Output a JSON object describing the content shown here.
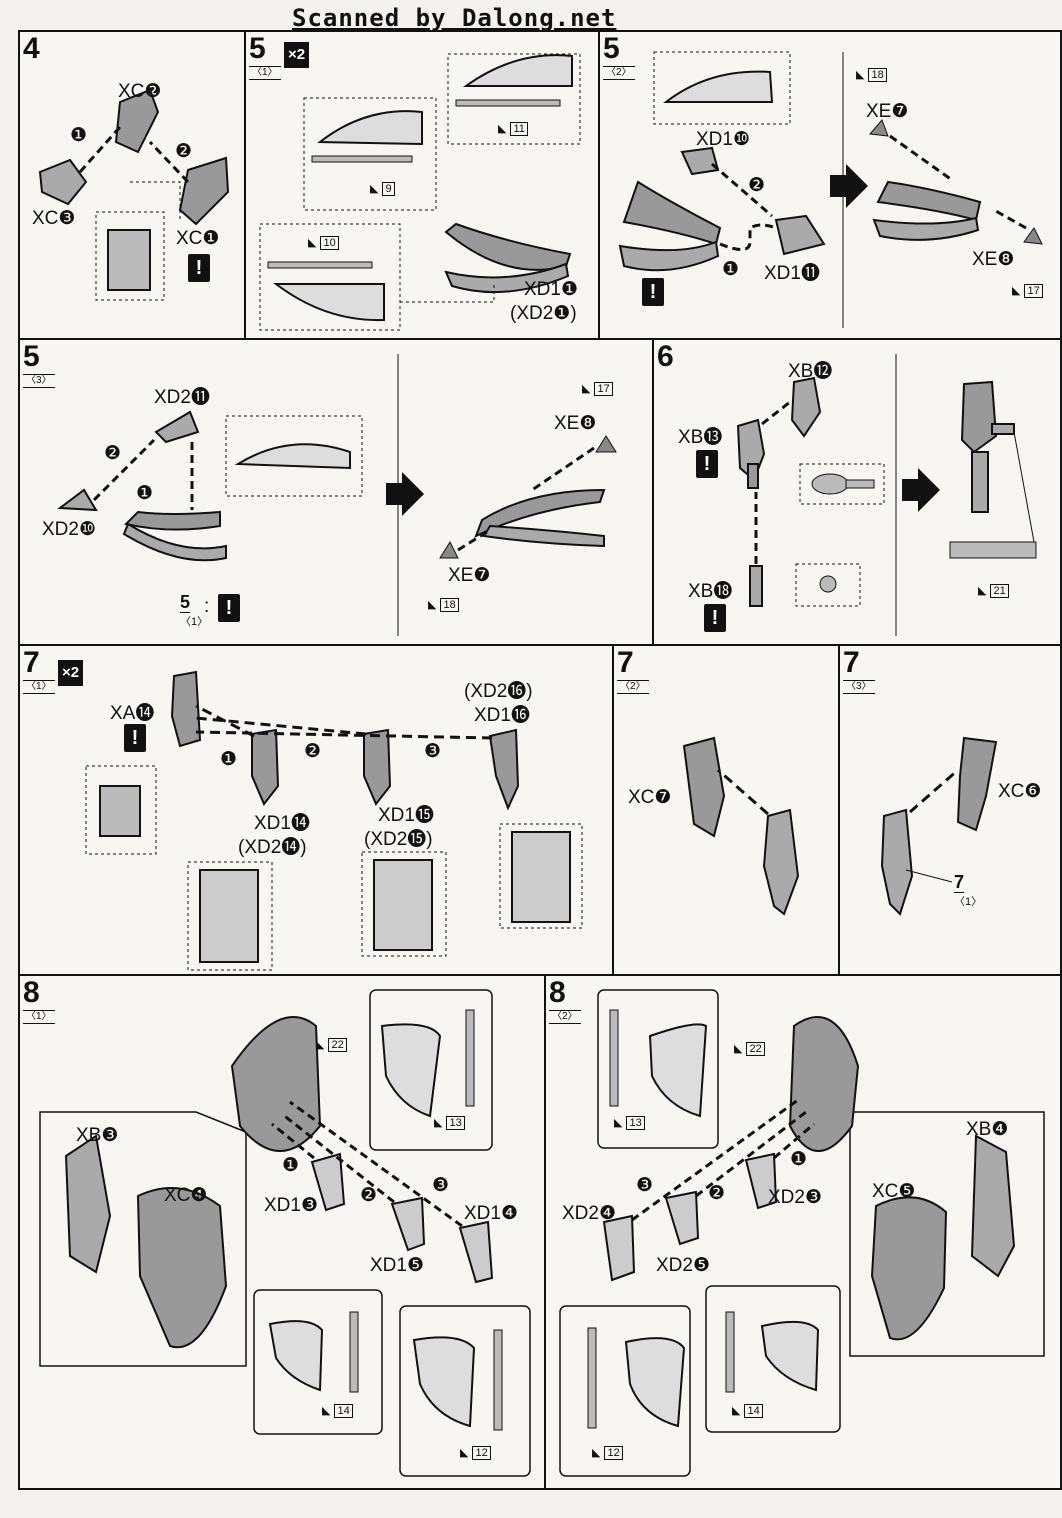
{
  "header": {
    "watermark": "Scanned by Dalong.net"
  },
  "steps": {
    "s4": {
      "step": "4",
      "labels": {
        "xc2": "XC❷",
        "xc3": "XC❸",
        "xc1": "XC❶"
      },
      "order": {
        "a1": "❶",
        "a2": "❷"
      },
      "warn": "!"
    },
    "s5a": {
      "step": "5",
      "sub": "〈1〉",
      "mult": "×2",
      "parts": {
        "p9": "9",
        "p10": "10",
        "p11": "11"
      },
      "labels": {
        "xd11": "XD1❶",
        "xd21": "(XD2❶)"
      }
    },
    "s5b": {
      "step": "5",
      "sub": "〈2〉",
      "parts": {
        "p18": "18",
        "p17": "17"
      },
      "labels": {
        "xd110": "XD1❿",
        "xd111": "XD1⓫",
        "xe7": "XE❼",
        "xe8": "XE❽"
      },
      "order": {
        "a1": "❶",
        "a2": "❷"
      },
      "warn": "!"
    },
    "s5c": {
      "step": "5",
      "sub": "〈3〉",
      "parts": {
        "p17": "17",
        "p18": "18"
      },
      "labels": {
        "xd211": "XD2⓫",
        "xd210": "XD2❿",
        "xe8": "XE❽",
        "xe7": "XE❼"
      },
      "order": {
        "a1": "❶",
        "a2": "❷"
      },
      "ref_step": "5",
      "ref_sub": "〈1〉",
      "ref_sep": ":",
      "warn": "!"
    },
    "s6": {
      "step": "6",
      "parts": {
        "p21": "21"
      },
      "labels": {
        "xb12": "XB⓬",
        "xb13": "XB⓭",
        "xb18": "XB⓲"
      },
      "warn": "!"
    },
    "s7a": {
      "step": "7",
      "sub": "〈1〉",
      "mult": "×2",
      "labels": {
        "xa14": "XA⓮",
        "xd216": "(XD2⓰)",
        "xd116": "XD1⓰",
        "xd114": "XD1⓮",
        "xd214": "(XD2⓮)",
        "xd115": "XD1⓯",
        "xd215": "(XD2⓯)"
      },
      "order": {
        "a1": "❶",
        "a2": "❷",
        "a3": "❸"
      },
      "warn": "!"
    },
    "s7b": {
      "step": "7",
      "sub": "〈2〉",
      "labels": {
        "xc7": "XC❼"
      }
    },
    "s7c": {
      "step": "7",
      "sub": "〈3〉",
      "labels": {
        "xc6": "XC❻"
      },
      "ref_step": "7",
      "ref_sub": "〈1〉"
    },
    "s8a": {
      "step": "8",
      "sub": "〈1〉",
      "parts": {
        "p22": "22",
        "p13": "13",
        "p14": "14",
        "p12": "12"
      },
      "labels": {
        "xb3": "XB❸",
        "xc4": "XC❹",
        "xd13": "XD1❸",
        "xd15": "XD1❺",
        "xd14": "XD1❹"
      },
      "order": {
        "a1": "❶",
        "a2": "❷",
        "a3": "❸"
      }
    },
    "s8b": {
      "step": "8",
      "sub": "〈2〉",
      "parts": {
        "p22": "22",
        "p13": "13",
        "p14": "14",
        "p12": "12"
      },
      "labels": {
        "xb4": "XB❹",
        "xc5": "XC❺",
        "xd24": "XD2❹",
        "xd23": "XD2❸",
        "xd25": "XD2❺"
      },
      "order": {
        "a1": "❶",
        "a2": "❷",
        "a3": "❸"
      }
    }
  }
}
